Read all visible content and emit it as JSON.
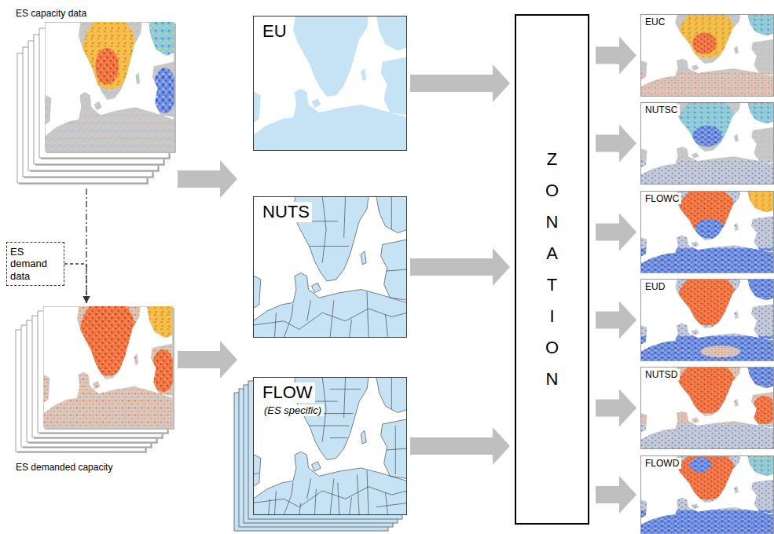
{
  "diagram": {
    "nodes": [
      {
        "text": [
          "ES capacity data"
        ]
      },
      {
        "text": [
          "ES demand data"
        ]
      },
      {
        "text": [
          "ES demanded capacity"
        ]
      },
      {
        "text": [
          "EU"
        ]
      },
      {
        "text": [
          "NUTS"
        ]
      },
      {
        "text": [
          "FLOW",
          "(ES specific)"
        ]
      },
      {
        "text": [
          "ZONATION"
        ]
      },
      {
        "text": [
          "EUC"
        ]
      },
      {
        "text": [
          "NUTSC"
        ]
      },
      {
        "text": [
          "FLOWC"
        ]
      },
      {
        "text": [
          "EUD"
        ]
      },
      {
        "text": [
          "NUTSD"
        ]
      },
      {
        "text": [
          "FLOWD"
        ]
      }
    ],
    "edges": [
      {
        "from": 0,
        "to": 2,
        "arrow": "to"
      },
      {
        "from": 1,
        "to": 2,
        "arrow": "to"
      },
      {
        "from": 0,
        "to": 4,
        "arrow": "to"
      },
      {
        "from": 2,
        "to": 5,
        "arrow": "to"
      },
      {
        "from": 3,
        "to": 6,
        "arrow": "to"
      },
      {
        "from": 4,
        "to": 6,
        "arrow": "to"
      },
      {
        "from": 5,
        "to": 6,
        "arrow": "to"
      },
      {
        "from": 6,
        "to": 7,
        "arrow": "to"
      },
      {
        "from": 6,
        "to": 8,
        "arrow": "to"
      },
      {
        "from": 6,
        "to": 9,
        "arrow": "to"
      },
      {
        "from": 6,
        "to": 10,
        "arrow": "to"
      },
      {
        "from": 6,
        "to": 11,
        "arrow": "to"
      },
      {
        "from": 6,
        "to": 12,
        "arrow": "to"
      }
    ]
  }
}
